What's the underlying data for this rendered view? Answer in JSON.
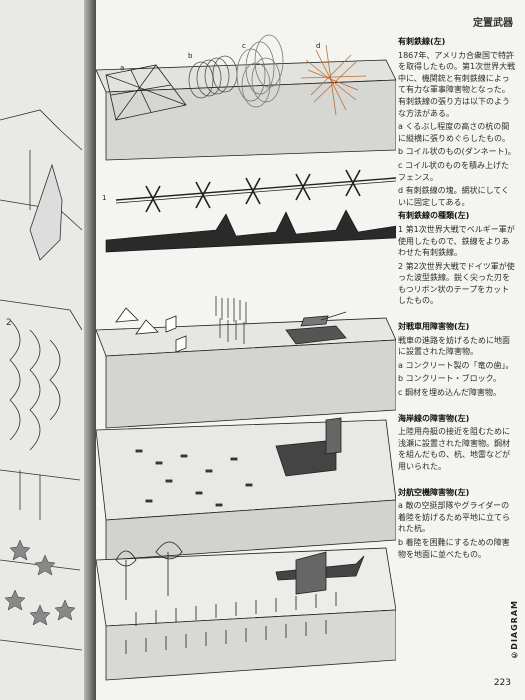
{
  "header": {
    "title": "定置武器"
  },
  "page_number": "223",
  "credit": "©DIAGRAM",
  "figure_labels": {
    "a": "a",
    "b": "b",
    "c": "c",
    "d": "d",
    "one": "1",
    "two": "2"
  },
  "sections": [
    {
      "heading": "有刺鉄線(左)",
      "lines": [
        "1867年、アメリカ合衆国で特許を取得したもの。第1次世界大戦中に、機関銃と有刺鉄線によって有力な軍事障害物となった。有刺鉄線の張り方は以下のような方法がある。",
        "a くるぶし程度の高さの杭の間に縦横に張りめぐらしたもの。",
        "b コイル状のもの(ダンネート)。",
        "c コイル状のものを積み上げたフェンス。",
        "d 有刺鉄線の塊。網状にしてくいに固定してある。"
      ]
    },
    {
      "heading": "有刺鉄線の種類(左)",
      "lines": [
        "1 第1次世界大戦でベルギー軍が使用したもので、鉄線をよりあわせた有刺鉄線。",
        "2 第2次世界大戦でドイツ軍が使った波型鉄線。鋭く尖った刃をもつリボン状のテープをカットしたもの。"
      ]
    },
    {
      "heading": "対戦車用障害物(左)",
      "lines": [
        "戦車の進路を妨げるために地面に設置された障害物。",
        "a コンクリート製の「竜の歯」。",
        "b コンクリート・ブロック。",
        "c 鋼材を埋め込んだ障害物。"
      ]
    },
    {
      "heading": "海岸線の障害物(左)",
      "lines": [
        "上陸用舟艇の接近を阻むために浅瀬に設置された障害物。鋼材を組んだもの、杭、地雷などが用いられた。"
      ]
    },
    {
      "heading": "対航空機障害物(左)",
      "lines": [
        "a 敵の空挺部隊やグライダーの着陸を妨げるため平地に立てられた杭。",
        "b 着陸を困難にするための障害物を地面に並べたもの。"
      ]
    }
  ]
}
